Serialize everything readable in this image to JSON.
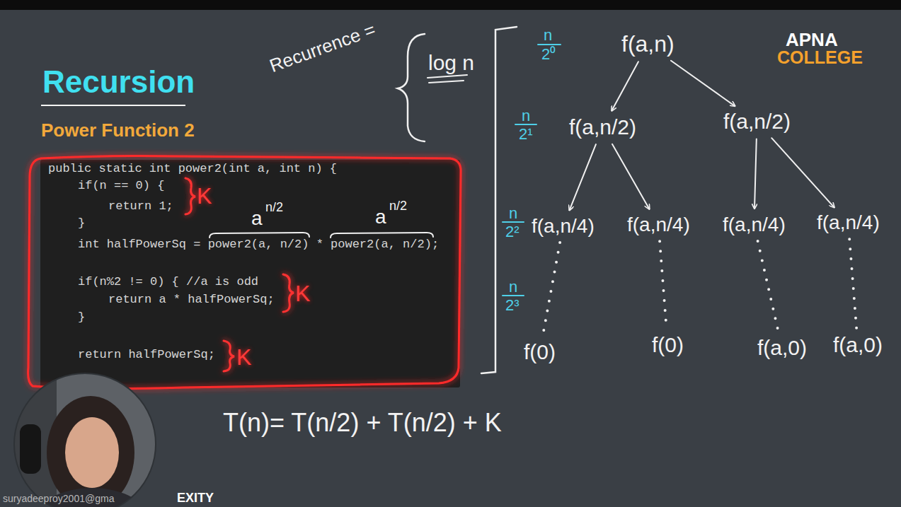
{
  "diagram": {
    "title": "Recursion",
    "nodes": [
      {
        "text": [
          "public static int power2(int a, int n) {",
          "if(n == 0) {",
          "return 1;",
          "}",
          "int halfPowerSq = power2(a, n/2) * power2(a, n/2);",
          "if(n%2 != 0) { //a is odd",
          "return a * halfPowerSq;",
          "}",
          "return halfPowerSq;"
        ]
      },
      {
        "text": [
          "f(a,n)"
        ]
      },
      {
        "text": [
          "f(a,n/2)"
        ]
      },
      {
        "text": [
          "f(a,n/2)"
        ]
      },
      {
        "text": [
          "f(a,n/4)"
        ]
      },
      {
        "text": [
          "f(a,n/4)"
        ]
      },
      {
        "text": [
          "f(a,n/4)"
        ]
      },
      {
        "text": [
          "f(a,n/4)"
        ]
      },
      {
        "text": [
          "f(0)"
        ]
      },
      {
        "text": [
          "f(0)"
        ]
      },
      {
        "text": [
          "f(a,0)"
        ]
      },
      {
        "text": [
          "f(a,0)"
        ]
      }
    ],
    "edges": [
      {
        "from": 1,
        "to": 2,
        "arrow": "to"
      },
      {
        "from": 1,
        "to": 3,
        "arrow": "to"
      },
      {
        "from": 2,
        "to": 4,
        "arrow": "to"
      },
      {
        "from": 2,
        "to": 5,
        "arrow": "to"
      },
      {
        "from": 3,
        "to": 6,
        "arrow": "to"
      },
      {
        "from": 3,
        "to": 7,
        "arrow": "to"
      },
      {
        "from": 4,
        "to": 8,
        "arrow": "none"
      },
      {
        "from": 5,
        "to": 9,
        "arrow": "none"
      },
      {
        "from": 6,
        "to": 10,
        "arrow": "none"
      },
      {
        "from": 7,
        "to": 11,
        "arrow": "none"
      }
    ],
    "labels": [
      "Power Function 2",
      "Recurrence =",
      "log n",
      "n",
      "2⁰",
      "n",
      "2¹",
      "n",
      "2²",
      "n",
      "2³",
      "a",
      "n/2",
      "a",
      "n/2",
      "K",
      "K",
      "K",
      "T(n)= T(n/2) + T(n/2) + K",
      "APNA",
      "COLLEGE",
      "suryadeeproy2001@gma",
      "EXITY"
    ]
  }
}
